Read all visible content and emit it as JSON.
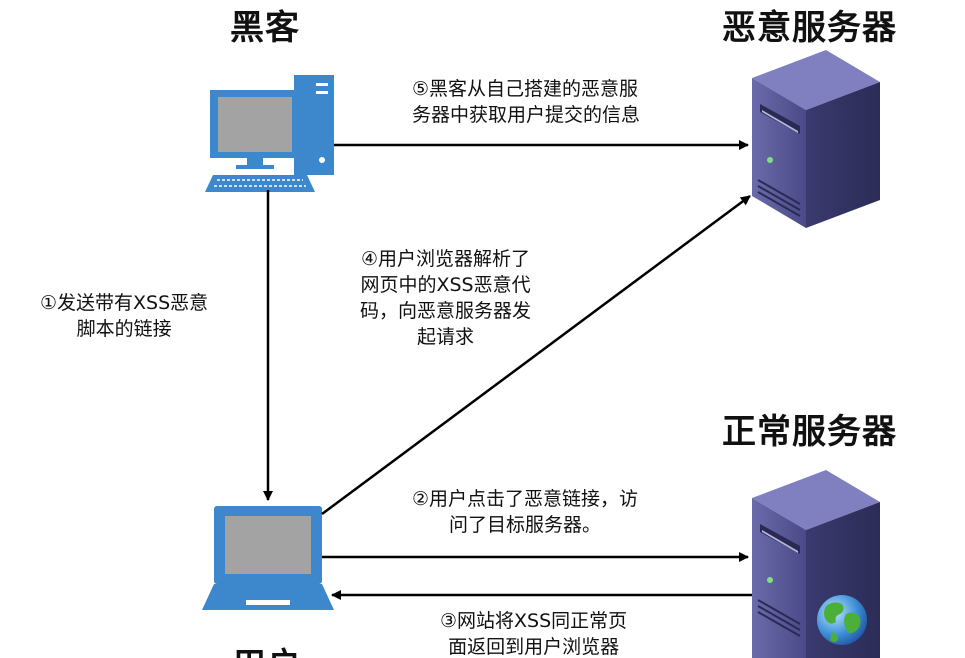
{
  "labels": {
    "hacker": "黑客",
    "malicious_server": "恶意服务器",
    "normal_server": "正常服务器",
    "user": "用户"
  },
  "steps": {
    "step1": "①发送带有XSS恶意\n脚本的链接",
    "step2": "②用户点击了恶意链接，访\n问了目标服务器。",
    "step3": "③网站将XSS同正常页\n面返回到用户浏览器",
    "step4": "④用户浏览器解析了\n网页中的XSS恶意代\n码，向恶意服务器发\n起请求",
    "step5": "⑤黑客从自己搭建的恶意服\n务器中获取用户提交的信息"
  },
  "icons": {
    "hacker_computer": "desktop-computer-icon",
    "user_computer": "laptop-icon",
    "malicious_server": "server-tower-icon",
    "normal_server": "server-tower-icon",
    "globe": "globe-icon"
  },
  "colors": {
    "computer_blue": "#3d87cc",
    "screen_grey": "#a3a3a3",
    "server_purple": "#5a5a9a",
    "arrow": "#000000"
  }
}
